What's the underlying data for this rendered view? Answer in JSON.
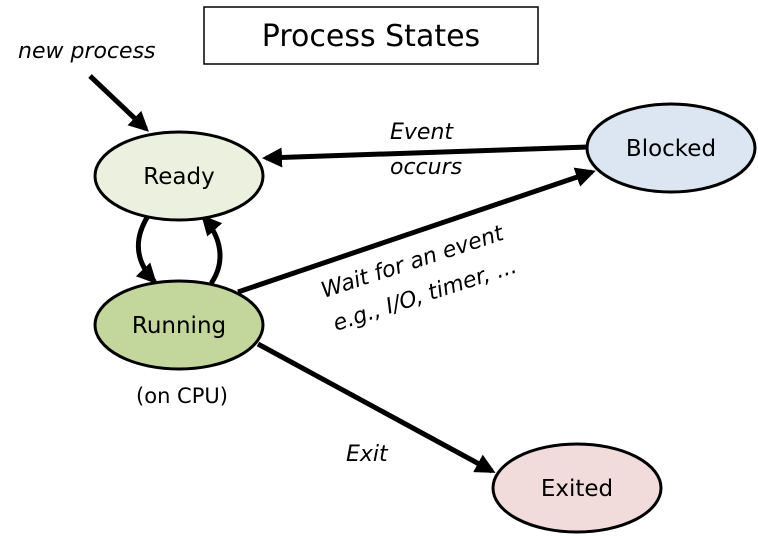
{
  "title": "Process States",
  "states": {
    "ready": {
      "label": "Ready",
      "fill": "#ebf1de"
    },
    "running": {
      "label": "Running",
      "fill": "#c3d69b"
    },
    "blocked": {
      "label": "Blocked",
      "fill": "#dce6f2"
    },
    "exited": {
      "label": "Exited",
      "fill": "#f2dcdb"
    }
  },
  "annotations": {
    "new_process": "new process",
    "on_cpu": "(on CPU)",
    "event_occurs_line1": "Event",
    "event_occurs_line2": "occurs",
    "wait_line1": "Wait for an event",
    "wait_line2": "e.g., I/O, timer, ...",
    "exit": "Exit"
  },
  "colors": {
    "stroke": "#000000",
    "background": "#ffffff"
  }
}
